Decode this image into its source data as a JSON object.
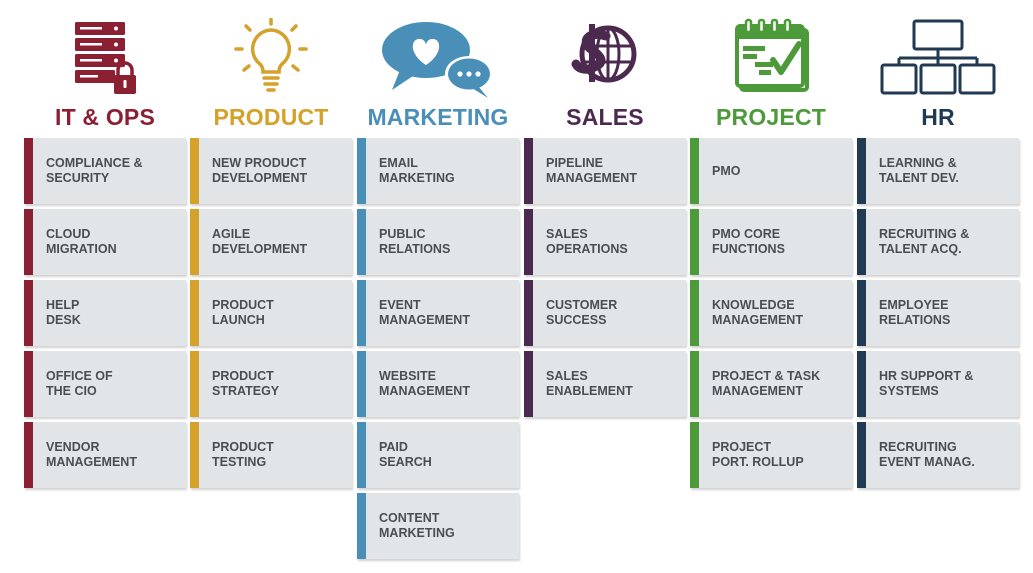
{
  "columns": [
    {
      "title": "IT & OPS",
      "icon": "server-lock-icon",
      "color": "#8b2032",
      "items": [
        "COMPLIANCE &\nSECURITY",
        "CLOUD\nMIGRATION",
        "HELP\nDESK",
        "OFFICE OF\nTHE CIO",
        "VENDOR\nMANAGEMENT"
      ]
    },
    {
      "title": "PRODUCT",
      "icon": "lightbulb-icon",
      "color": "#d4a22a",
      "items": [
        "NEW PRODUCT\nDEVELOPMENT",
        "AGILE\nDEVELOPMENT",
        "PRODUCT\nLAUNCH",
        "PRODUCT\nSTRATEGY",
        "PRODUCT\nTESTING"
      ]
    },
    {
      "title": "MARKETING",
      "icon": "chat-bubbles-heart-icon",
      "color": "#4a8fb8",
      "items": [
        "EMAIL\nMARKETING",
        "PUBLIC\nRELATIONS",
        "EVENT\nMANAGEMENT",
        "WEBSITE\nMANAGEMENT",
        "PAID\nSEARCH",
        "CONTENT\nMARKETING"
      ]
    },
    {
      "title": "SALES",
      "icon": "dollar-globe-icon",
      "color": "#4c2a4f",
      "items": [
        "PIPELINE\nMANAGEMENT",
        "SALES\nOPERATIONS",
        "CUSTOMER\nSUCCESS",
        "SALES\nENABLEMENT"
      ]
    },
    {
      "title": "PROJECT",
      "icon": "gantt-calendar-check-icon",
      "color": "#4c9a3a",
      "items": [
        "PMO",
        "PMO CORE\nFUNCTIONS",
        "KNOWLEDGE\nMANAGEMENT",
        "PROJECT & TASK\nMANAGEMENT",
        "PROJECT\nPORT. ROLLUP"
      ]
    },
    {
      "title": "HR",
      "icon": "org-chart-icon",
      "color": "#1f3a52",
      "items": [
        "LEARNING &\nTALENT DEV.",
        "RECRUITING &\nTALENT ACQ.",
        "EMPLOYEE\nRELATIONS",
        "HR SUPPORT &\nSYSTEMS",
        "RECRUITING\nEVENT MANAG."
      ]
    }
  ]
}
